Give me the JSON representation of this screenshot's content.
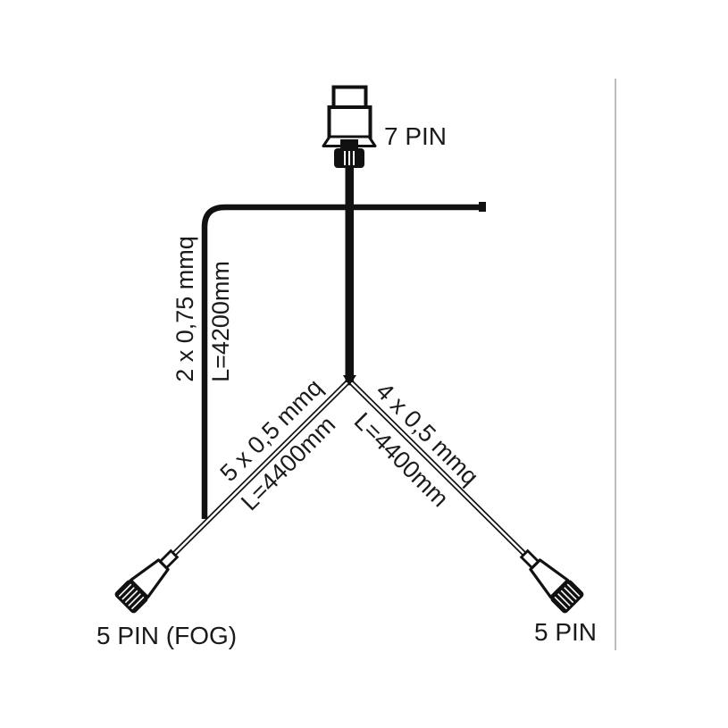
{
  "diagram": {
    "kind": "trailer-wiring-harness-diagram",
    "connectors": {
      "top": {
        "label": "7 PIN"
      },
      "bottom_left": {
        "label": "5 PIN (FOG)"
      },
      "bottom_right": {
        "label": "5 PIN"
      }
    },
    "cables": {
      "branch": {
        "spec": "2 x 0,75 mmq",
        "length": "L=4200mm"
      },
      "left": {
        "spec": "5 x 0,5 mmq",
        "length": "L=4400mm"
      },
      "right": {
        "spec": "4 x 0,5 mmq",
        "length": "L=4400mm"
      }
    },
    "colors": {
      "line": "#111111",
      "page_border": "#a8a8a8",
      "background": "#ffffff"
    }
  }
}
